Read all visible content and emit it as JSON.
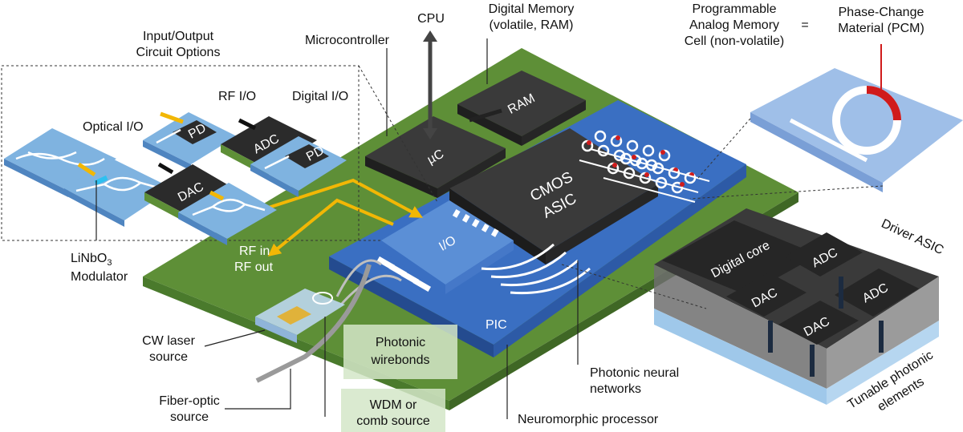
{
  "labels": {
    "io_options_line1": "Input/Output",
    "io_options_line2": "Circuit Options",
    "optical_io": "Optical I/O",
    "rf_io": "RF I/O",
    "digital_io": "Digital I/O",
    "linbo3_base": "LiNbO",
    "linbo3_sub": "3",
    "modulator": "Modulator",
    "microcontroller": "Microcontroller",
    "cpu": "CPU",
    "digital_memory_line1": "Digital Memory",
    "digital_memory_line2": "(volatile, RAM)",
    "analog_memory_line1": "Programmable",
    "analog_memory_line2": "Analog Memory",
    "analog_memory_line3": "Cell (non-volatile)",
    "equals": "=",
    "pcm_line1": "Phase-Change",
    "pcm_line2": "Material (PCM)",
    "driver_asic": "Driver ASIC",
    "tunable_line1": "Tunable photonic",
    "tunable_line2": "elements",
    "cw_laser_line1": "CW laser",
    "cw_laser_line2": "source",
    "fiber_line1": "Fiber-optic",
    "fiber_line2": "source",
    "wdm_line1": "WDM or",
    "wdm_line2": "comb source",
    "wirebonds_line1": "Photonic",
    "wirebonds_line2": "wirebonds",
    "pnn_line1": "Photonic neural",
    "pnn_line2": "networks",
    "neuromorphic": "Neuromorphic processor",
    "rf_in": "RF in",
    "rf_out": "RF out",
    "pic": "PIC"
  },
  "chips": {
    "ram": "RAM",
    "uc": "µC",
    "cmos_line1": "CMOS",
    "cmos_line2": "ASIC",
    "io": "I/O",
    "pd": "PD",
    "adc": "ADC",
    "dac": "DAC",
    "digital_core": "Digital core",
    "driver_adc": "ADC",
    "driver_dac": "DAC"
  },
  "colors": {
    "pcb_green": "#5e8f37",
    "pic_blue": "#3a6fc2",
    "chip_dark": "#2b2b2b",
    "waveguide_blue": "#7fb3e0",
    "rf_arrow": "#f2b705",
    "pcm_red": "#d01b1b",
    "annotation_box": "#d4e6c8"
  }
}
